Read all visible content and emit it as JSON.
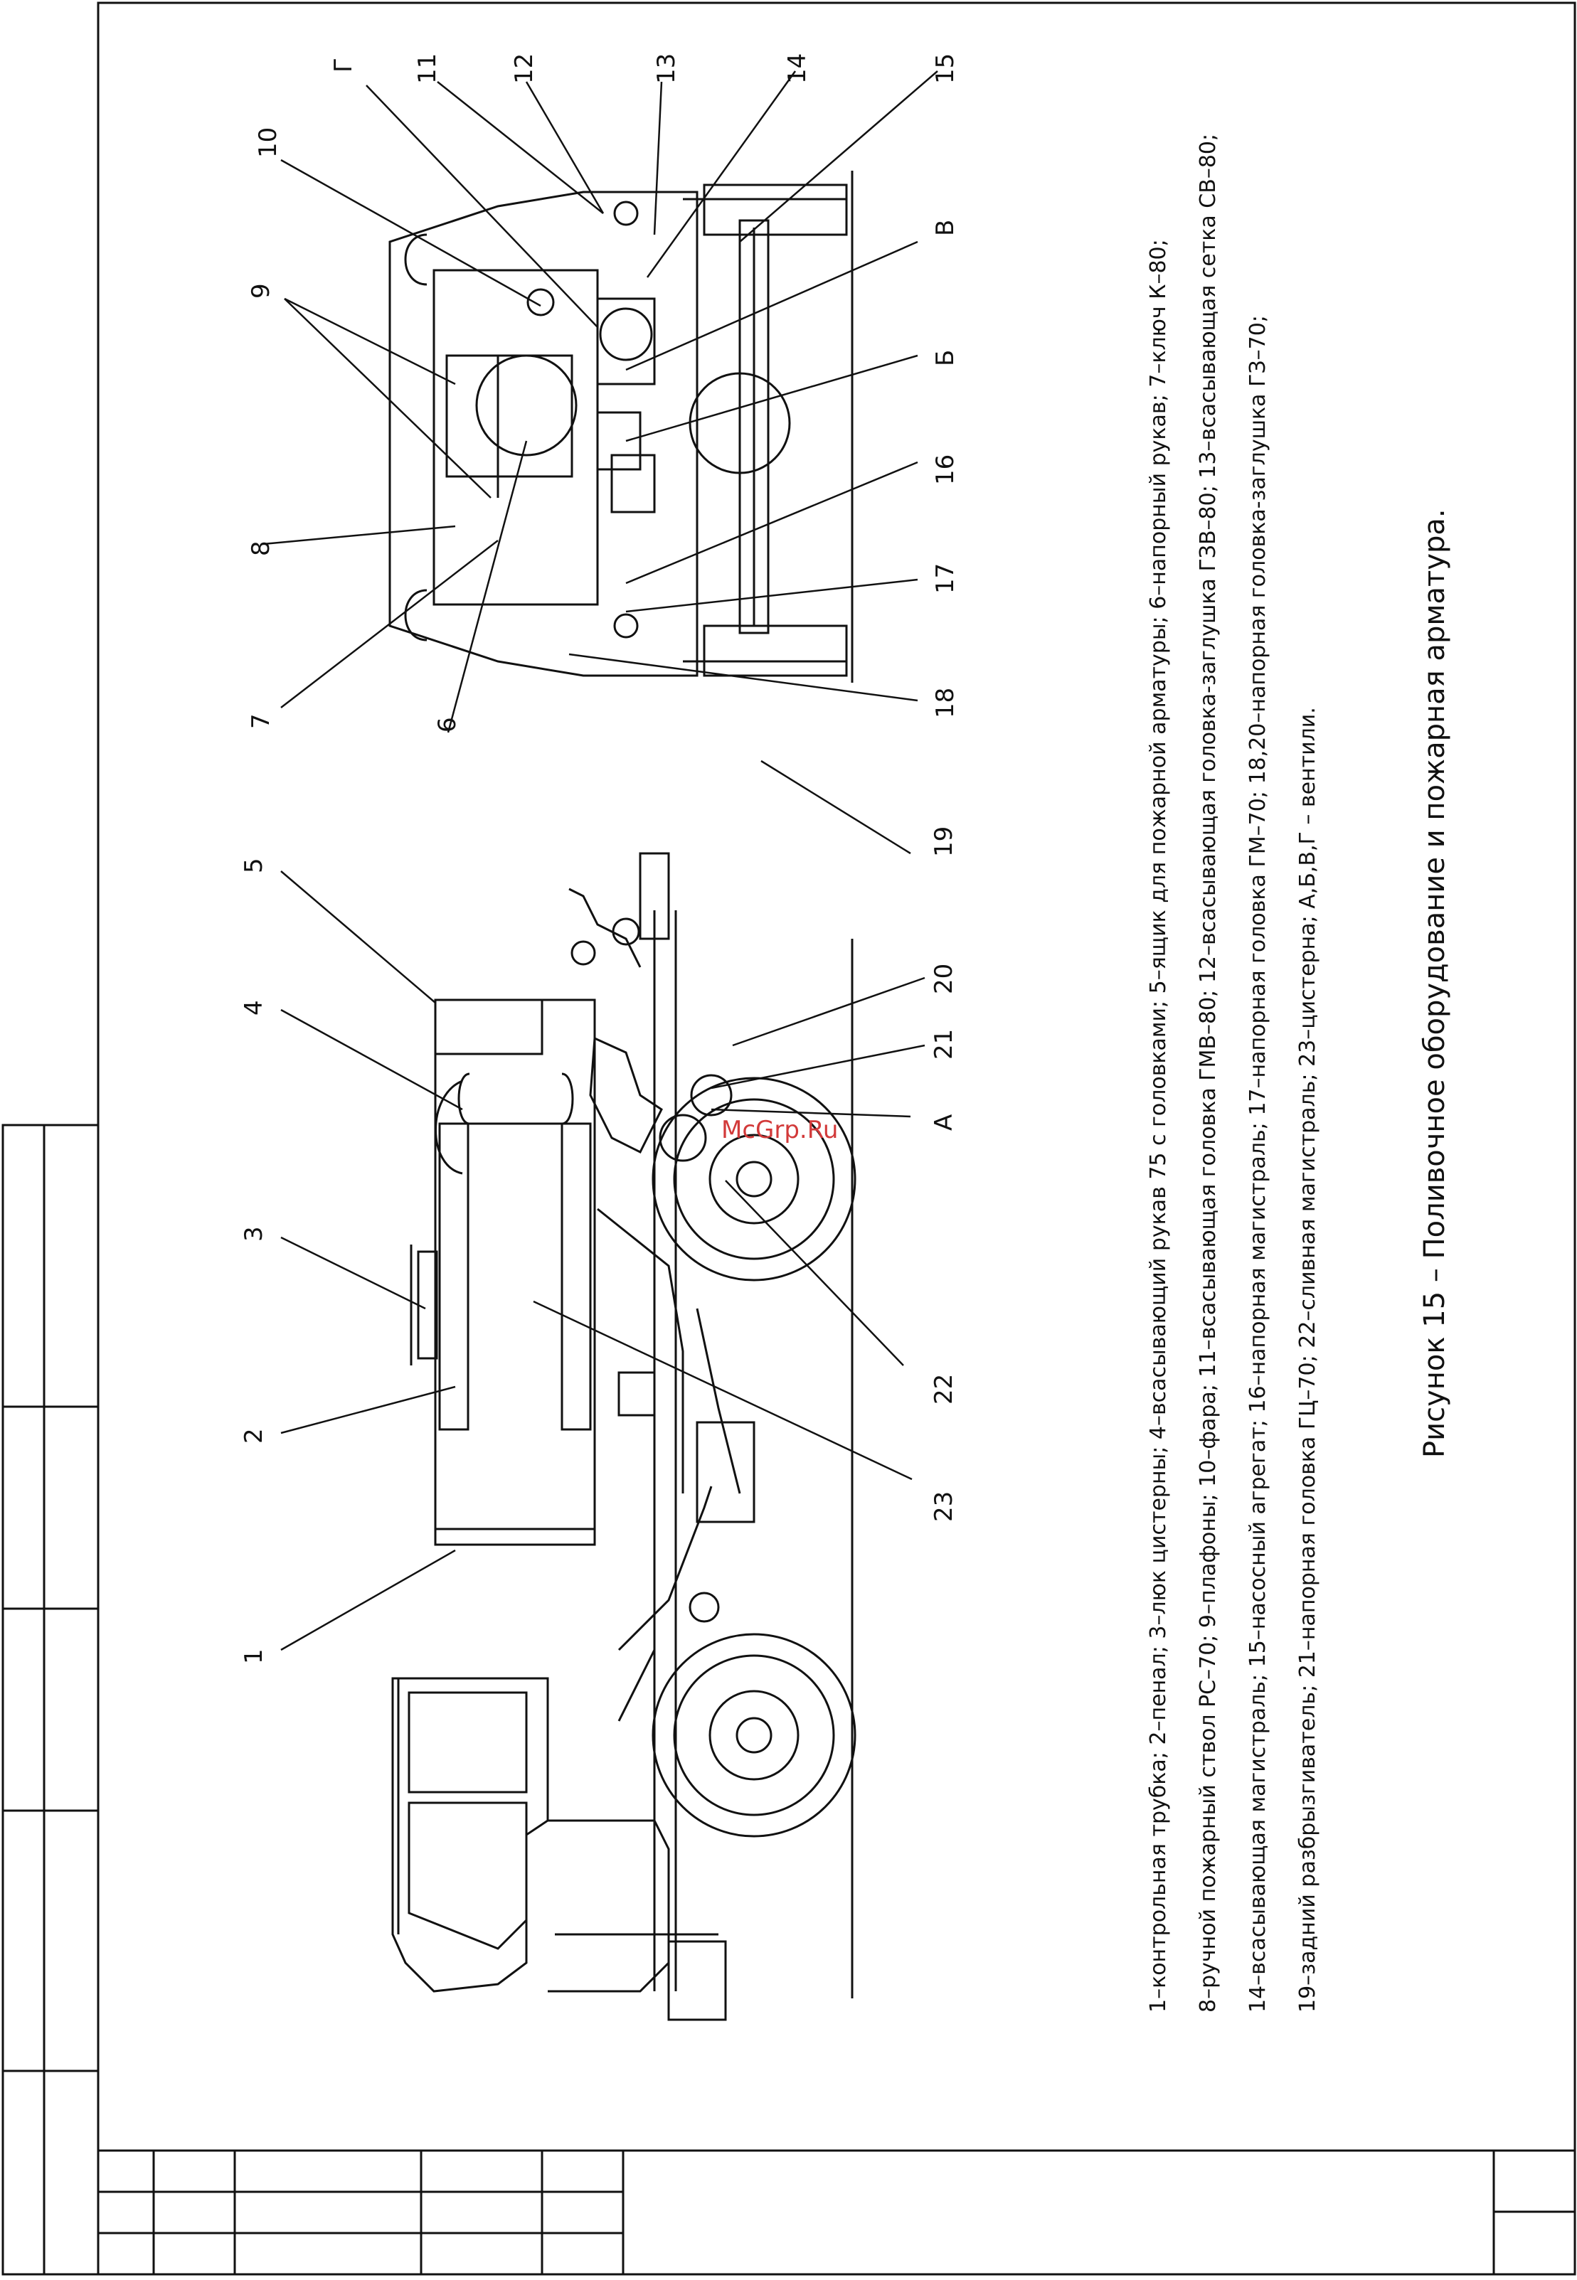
{
  "figure": {
    "caption": "Рисунок 15 – Поливочное оборудование и пожарная арматура.",
    "watermark": "McGrp.Ru",
    "legend_lines": [
      "1–контрольная трубка; 2–пенал; 3–люк цистерны; 4–всасывающий рукав 75 с головками; 5–ящик для пожарной    арматуры;    6–напорный рукав;  7–ключ К–80;",
      "8–ручной пожарный ствол РС–70; 9–плафоны; 10–фара; 11–всасывающая головка ГМВ–80; 12–всасывающая головка-заглушка ГЗВ–80; 13–всасывающая сетка СВ–80;",
      "14–всасывающая магистраль; 15–насосный агрегат; 16–напорная магистраль;      17–напорная      головка   ГМ–70; 18,20–напорная головка-заглушка ГЗ–70;",
      "19–задний разбрызгиватель; 21–напорная  головка ГЦ–70; 22–сливная магистраль;      23–цистерна;    А,Б,В,Г – вентили."
    ],
    "side_view_callouts": [
      "1",
      "2",
      "3",
      "4",
      "5",
      "19",
      "20",
      "21",
      "А",
      "22",
      "23"
    ],
    "rear_view_callouts": [
      "10",
      "9",
      "8",
      "7",
      "6",
      "Г",
      "11",
      "12",
      "13",
      "14",
      "15",
      "В",
      "Б",
      "16",
      "17",
      "18"
    ]
  }
}
